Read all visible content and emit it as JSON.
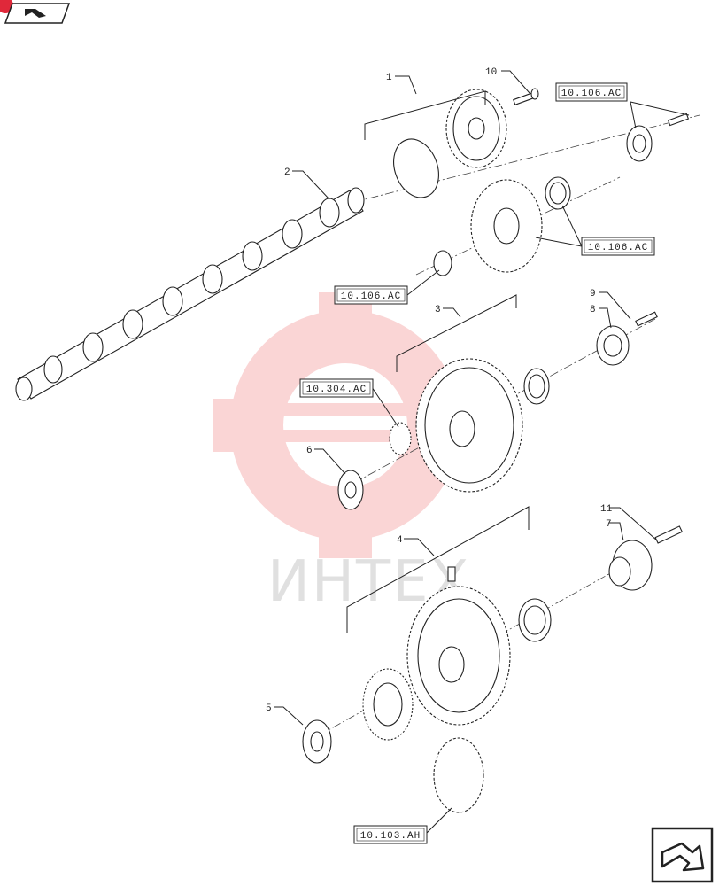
{
  "header": {
    "nav_icon": "page-flip-icon"
  },
  "callouts": {
    "c1": "1",
    "c2": "2",
    "c3": "3",
    "c4": "4",
    "c5": "5",
    "c6": "6",
    "c7": "7",
    "c8": "8",
    "c9": "9",
    "c10": "10",
    "c11": "11"
  },
  "refs": {
    "r1": "10.106.AC",
    "r2": "10.106.AC",
    "r3": "10.106.AC",
    "r4": "10.304.AC",
    "r5": "10.103.AH"
  },
  "watermark": {
    "text": "ИНТЕХ"
  },
  "footer": {
    "next_icon": "next-page-arrow-icon"
  },
  "colors": {
    "watermark_red": "#f28a8a",
    "line": "#222222"
  }
}
